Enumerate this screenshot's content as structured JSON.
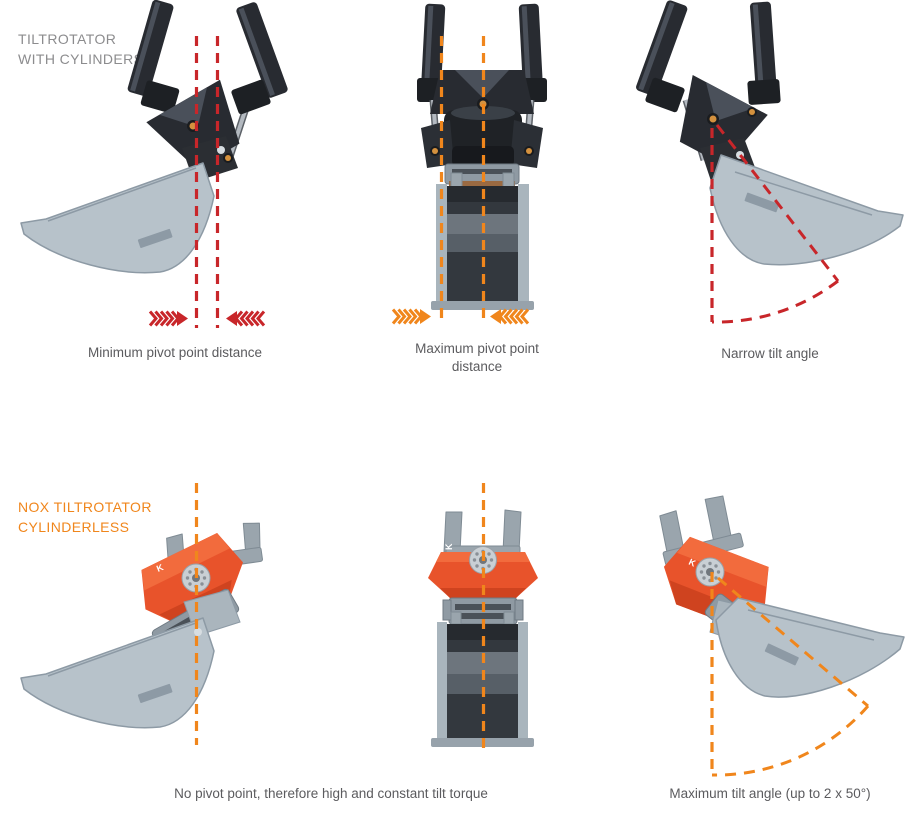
{
  "colors": {
    "red": "#c8262a",
    "orange": "#f0861c",
    "nox": "#e8532b",
    "textgray": "#5b5b5e",
    "labelgray": "#8c8c8e",
    "bg": "#ffffff"
  },
  "sections": {
    "cylinders": {
      "label_line1": "TILTROTATOR",
      "label_line2": "WITH CYLINDERS",
      "captions": {
        "min_pivot": "Minimum pivot point distance",
        "max_pivot": "Maximum pivot point distance",
        "narrow_tilt": "Narrow tilt angle"
      }
    },
    "nox": {
      "label_line1": "NOX TILTROTATOR",
      "label_line2": "CYLINDERLESS",
      "captions": {
        "no_pivot": "No pivot point, therefore high and constant tilt torque",
        "max_tilt": "Maximum tilt angle (up to 2 x 50°)"
      }
    },
    "brand_letter": "K"
  }
}
